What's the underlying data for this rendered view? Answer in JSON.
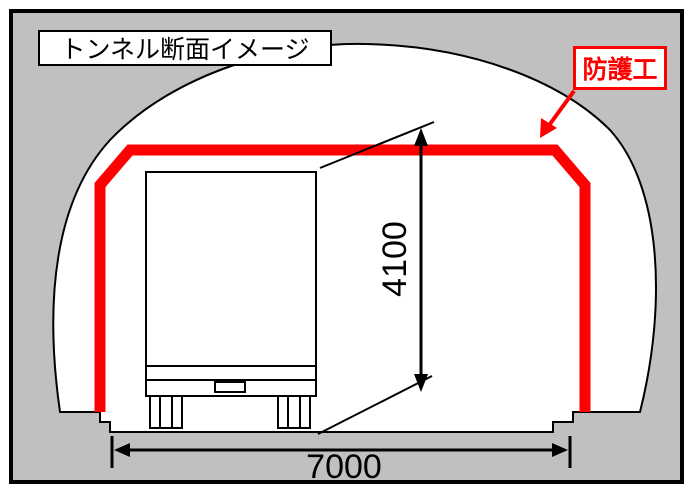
{
  "diagram": {
    "title": "トンネル断面イメージ",
    "protection_label": "防護工",
    "dimensions": {
      "width": "7000",
      "height": "4100"
    },
    "colors": {
      "background": "#c0c0c0",
      "tunnel": "#ffffff",
      "protection": "#ff0000",
      "outline": "#000000"
    }
  }
}
